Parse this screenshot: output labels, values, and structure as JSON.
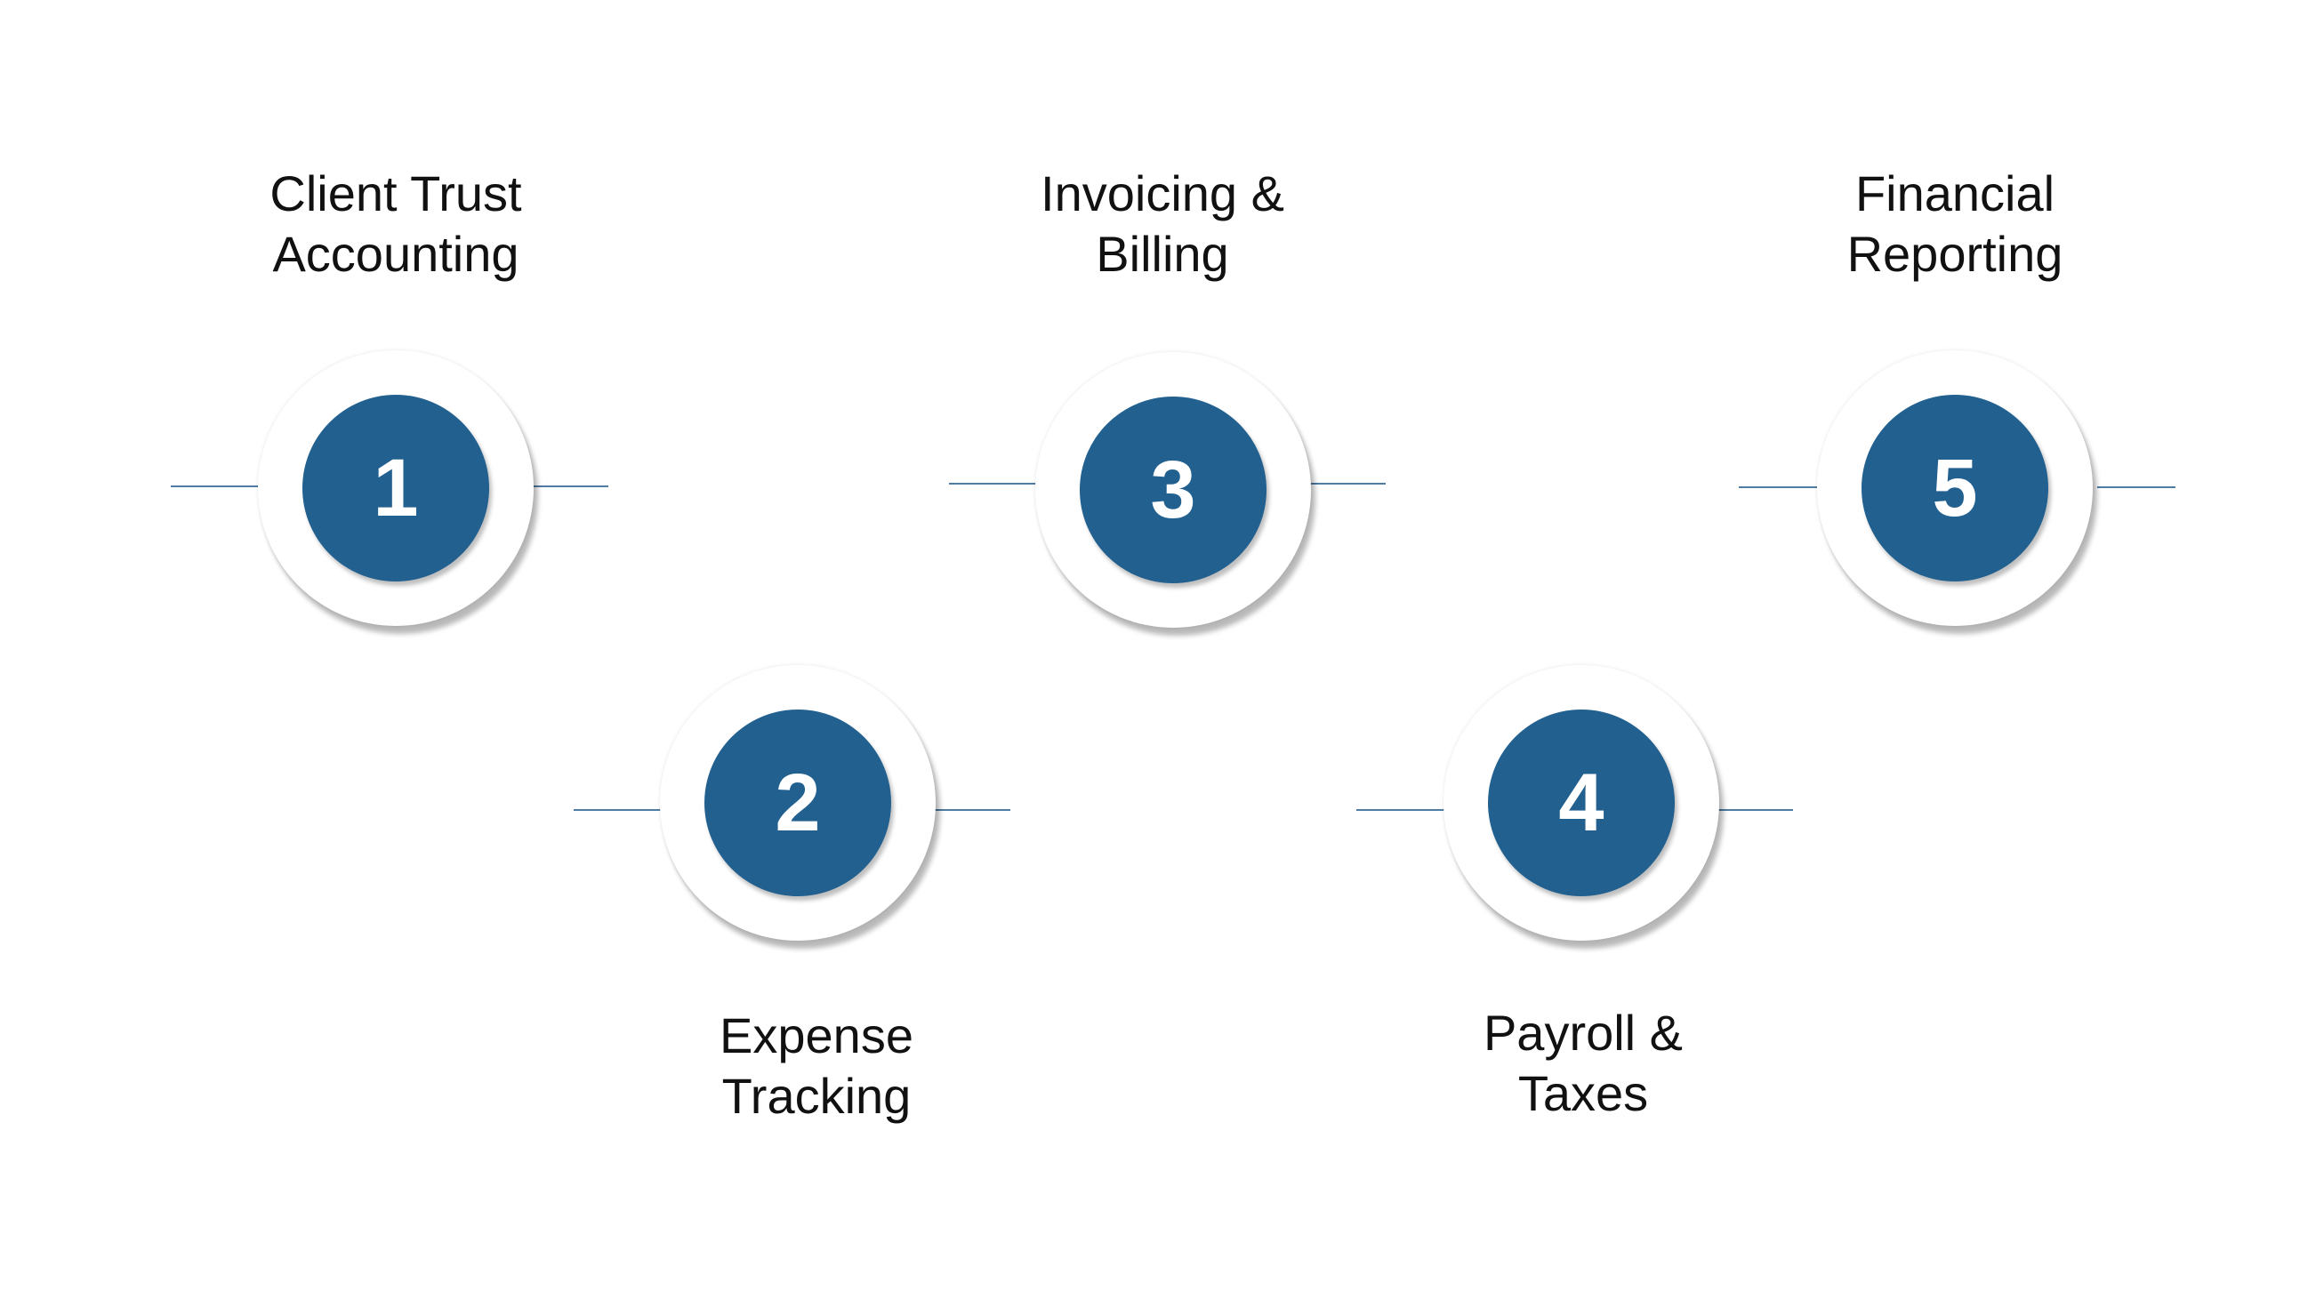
{
  "steps": [
    {
      "number": "1",
      "label_lines": [
        "Client Trust",
        "Accounting"
      ]
    },
    {
      "number": "2",
      "label_lines": [
        "Expense",
        "Tracking"
      ]
    },
    {
      "number": "3",
      "label_lines": [
        "Invoicing &",
        "Billing"
      ]
    },
    {
      "number": "4",
      "label_lines": [
        "Payroll &",
        "Taxes"
      ]
    },
    {
      "number": "5",
      "label_lines": [
        "Financial",
        "Reporting"
      ]
    }
  ],
  "colors": {
    "disc": "#22608f",
    "connector": "#4f7ca3",
    "text": "#111111",
    "number": "#ffffff"
  }
}
